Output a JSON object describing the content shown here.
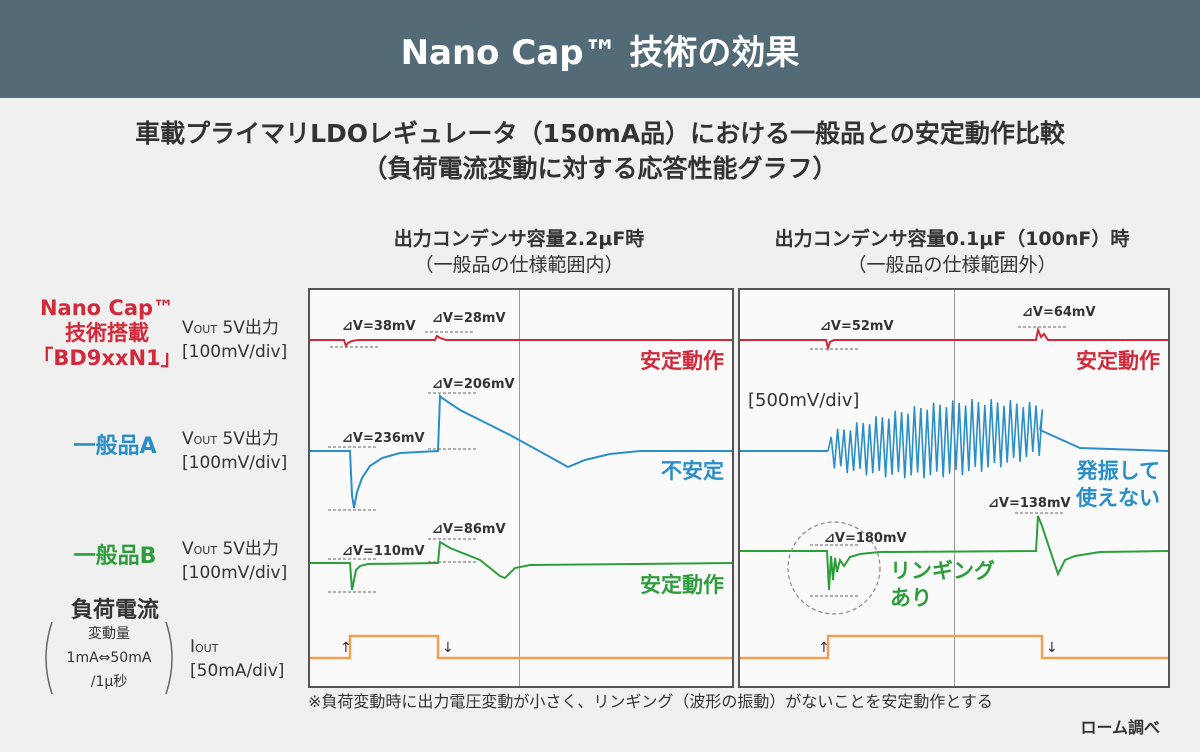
{
  "header": {
    "title": "Nano Cap™ 技術の効果"
  },
  "subtitle": {
    "line1": "車載プライマリLDOレギュレータ（150mA品）における一般品との安定動作比較",
    "line2": "（負荷電流変動に対する応答性能グラフ）"
  },
  "panels": [
    {
      "title": "出力コンデンサ容量2.2μF時",
      "sub": "（一般品の仕様範囲内）"
    },
    {
      "title": "出力コンデンサ容量0.1μF（100nF）時",
      "sub": "（一般品の仕様範囲外）"
    }
  ],
  "rows": {
    "nanocap": {
      "line1": "Nano Cap™",
      "line2": "技術搭載",
      "line3": "「BD9xxN1」",
      "axis_main": "V",
      "axis_sub": "OUT",
      "axis_rest": " 5V出力",
      "axis_scale": "[100mV/div]"
    },
    "genA": {
      "label": "一般品A",
      "axis_main": "V",
      "axis_sub": "OUT",
      "axis_rest": " 5V出力",
      "axis_scale": "[100mV/div]"
    },
    "genB": {
      "label": "一般品B",
      "axis_main": "V",
      "axis_sub": "OUT",
      "axis_rest": " 5V出力",
      "axis_scale": "[100mV/div]"
    },
    "load": {
      "label": "負荷電流",
      "detail1": "変動量",
      "detail2": "1mA⇔50mA",
      "detail3": "/1μ秒",
      "axis_main": "I",
      "axis_sub": "OUT",
      "axis_scale": "[50mA/div]"
    }
  },
  "status": {
    "stable": "安定動作",
    "unstable": "不安定",
    "osc1": "発振して",
    "osc2": "使えない",
    "ring1": "リンギング",
    "ring2": "あり",
    "scale_500": "[500mV/div]"
  },
  "footnote": "※負荷変動時に出力電圧変動が小さく、リンギング（波形の振動）がないことを安定動作とする",
  "source": "ローム調べ",
  "colors": {
    "nanocap": "#d22a3a",
    "genA": "#2a8fc8",
    "genB": "#2e9e3c",
    "load": "#f0a050",
    "banner": "#536b77"
  },
  "chart_data": [
    {
      "type": "line",
      "title": "出力コンデンサ容量2.2μF時",
      "series": [
        {
          "name": "Nano Cap™ 技術搭載「BD9xxN1」",
          "annotations": [
            "⊿V=38mV",
            "⊿V=28mV"
          ],
          "undershoot_mV": 38,
          "overshoot_mV": 28
        },
        {
          "name": "一般品A",
          "annotations": [
            "⊿V=236mV",
            "⊿V=206mV"
          ],
          "undershoot_mV": 236,
          "overshoot_mV": 206
        },
        {
          "name": "一般品B",
          "annotations": [
            "⊿V=110mV",
            "⊿V=86mV"
          ],
          "undershoot_mV": 110,
          "overshoot_mV": 86
        },
        {
          "name": "負荷電流",
          "step_mA": [
            1,
            50
          ]
        }
      ]
    },
    {
      "type": "line",
      "title": "出力コンデンサ容量0.1μF（100nF）時",
      "series": [
        {
          "name": "Nano Cap™ 技術搭載「BD9xxN1」",
          "annotations": [
            "⊿V=52mV",
            "⊿V=64mV"
          ],
          "undershoot_mV": 52,
          "overshoot_mV": 64
        },
        {
          "name": "一般品A",
          "annotations": [],
          "oscillation": true
        },
        {
          "name": "一般品B",
          "annotations": [
            "⊿V=180mV",
            "⊿V=138mV"
          ],
          "undershoot_mV": 180,
          "overshoot_mV": 138
        },
        {
          "name": "負荷電流",
          "step_mA": [
            1,
            50
          ]
        }
      ]
    }
  ]
}
